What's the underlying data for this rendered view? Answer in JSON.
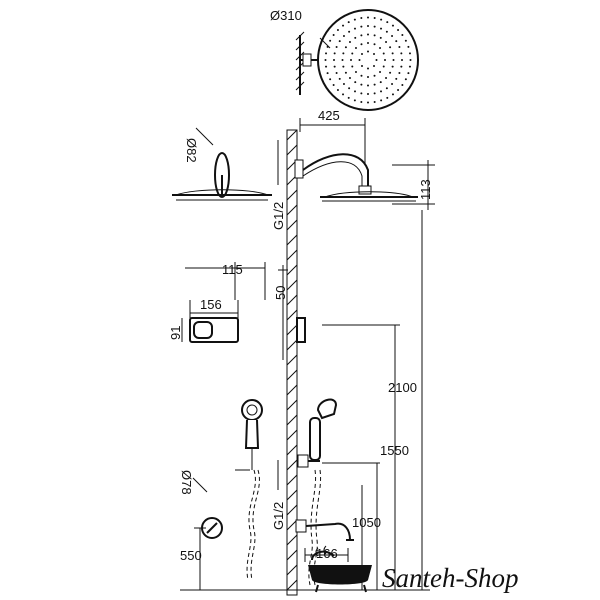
{
  "dimensions": {
    "rain_head_diameter": "Ø310",
    "arm_length": "425",
    "hand_shower_head_diameter": "Ø82",
    "thread_upper": "G1/2",
    "arm_drop": "113",
    "valve_offset": "115",
    "valve_width": "156",
    "valve_height": "91",
    "valve_spacing": "50",
    "outlet_height": "2100",
    "bracket_height": "1550",
    "hand_shower_diameter": "Ø78",
    "thread_lower": "G1/2",
    "spout_height": "1050",
    "spout_length": "166",
    "holder_height": "550"
  },
  "brand": {
    "name": "Santeh-Shop"
  }
}
